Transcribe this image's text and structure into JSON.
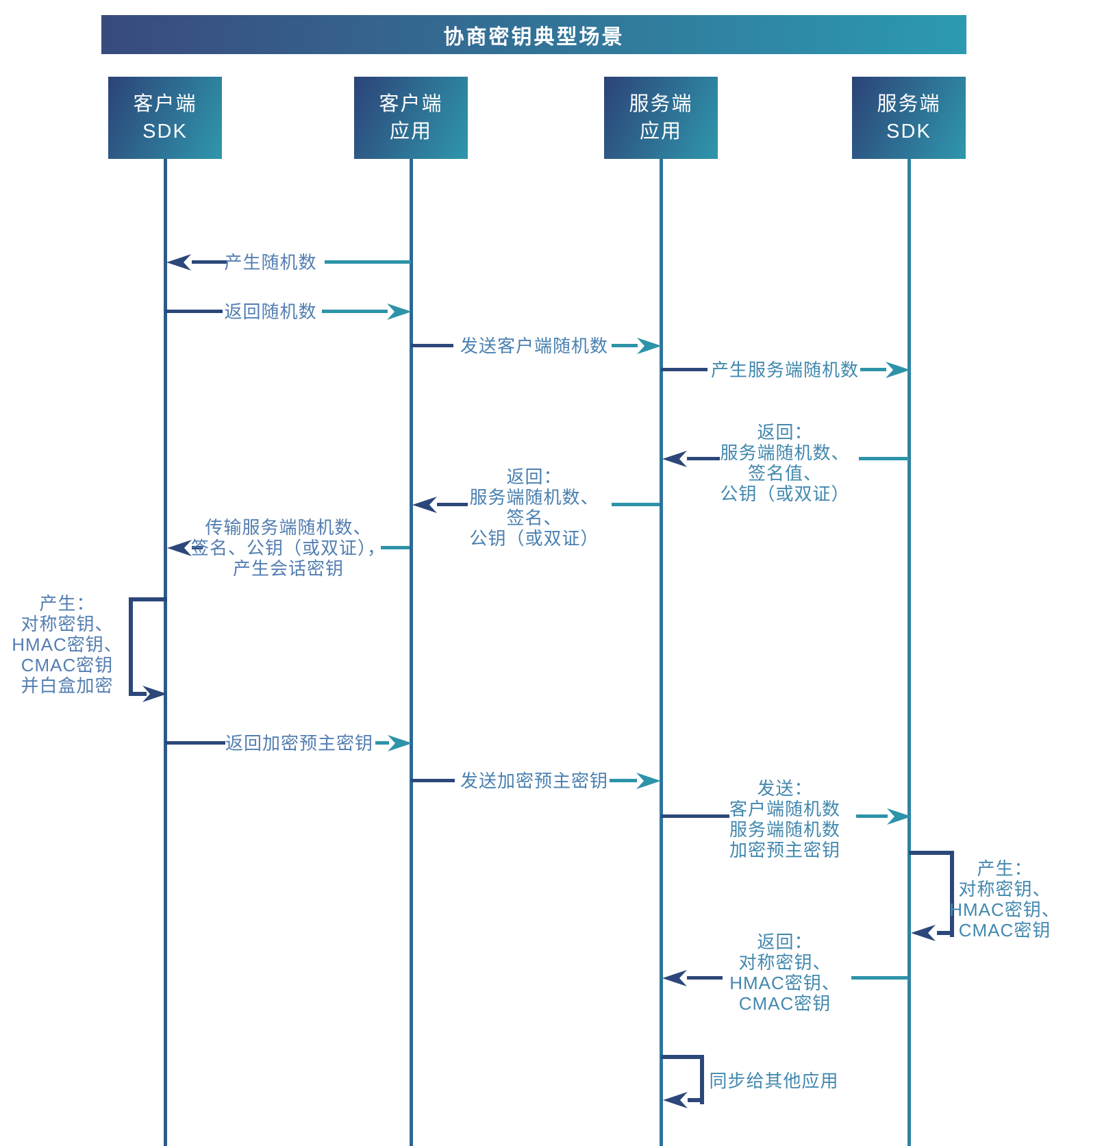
{
  "title": "协商密钥典型场景",
  "actors": [
    {
      "id": "client-sdk",
      "lines": [
        "客户端",
        "SDK"
      ]
    },
    {
      "id": "client-app",
      "lines": [
        "客户端",
        "应用"
      ]
    },
    {
      "id": "server-app",
      "lines": [
        "服务端",
        "应用"
      ]
    },
    {
      "id": "server-sdk",
      "lines": [
        "服务端",
        "SDK"
      ]
    }
  ],
  "messages": [
    {
      "id": "m1",
      "from": "client-app",
      "to": "client-sdk",
      "direction": "left",
      "lines": [
        "产生随机数"
      ]
    },
    {
      "id": "m2",
      "from": "client-sdk",
      "to": "client-app",
      "direction": "right",
      "lines": [
        "返回随机数"
      ]
    },
    {
      "id": "m3",
      "from": "client-app",
      "to": "server-app",
      "direction": "right",
      "lines": [
        "发送客户端随机数"
      ]
    },
    {
      "id": "m4",
      "from": "server-app",
      "to": "server-sdk",
      "direction": "right",
      "lines": [
        "产生服务端随机数"
      ]
    },
    {
      "id": "m5",
      "from": "server-sdk",
      "to": "server-app",
      "direction": "left",
      "lines": [
        "返回：",
        "服务端随机数、",
        "签名值、",
        "公钥（或双证）"
      ]
    },
    {
      "id": "m6",
      "from": "server-app",
      "to": "client-app",
      "direction": "left",
      "lines": [
        "返回：",
        "服务端随机数、",
        "签名、",
        "公钥（或双证）"
      ]
    },
    {
      "id": "m7",
      "from": "client-app",
      "to": "client-sdk",
      "direction": "left",
      "lines": [
        "传输服务端随机数、",
        "签名、公钥（或双证），",
        "产生会话密钥"
      ]
    },
    {
      "id": "m8",
      "from": "client-sdk",
      "to": "client-sdk",
      "direction": "self-left",
      "lines": [
        "产生：",
        "对称密钥、",
        "HMAC密钥、",
        "CMAC密钥",
        "并白盒加密"
      ]
    },
    {
      "id": "m9",
      "from": "client-sdk",
      "to": "client-app",
      "direction": "right",
      "lines": [
        "返回加密预主密钥"
      ]
    },
    {
      "id": "m10",
      "from": "client-app",
      "to": "server-app",
      "direction": "right",
      "lines": [
        "发送加密预主密钥"
      ]
    },
    {
      "id": "m11",
      "from": "server-app",
      "to": "server-sdk",
      "direction": "right",
      "lines": [
        "发送：",
        "客户端随机数",
        "服务端随机数",
        "加密预主密钥"
      ]
    },
    {
      "id": "m12",
      "from": "server-sdk",
      "to": "server-sdk",
      "direction": "self-right",
      "lines": [
        "产生：",
        "对称密钥、",
        "HMAC密钥、",
        "CMAC密钥"
      ]
    },
    {
      "id": "m13",
      "from": "server-sdk",
      "to": "server-app",
      "direction": "left",
      "lines": [
        "返回：",
        "对称密钥、",
        "HMAC密钥、",
        "CMAC密钥"
      ]
    },
    {
      "id": "m14",
      "from": "server-app",
      "to": "server-app",
      "direction": "self-right",
      "lines": [
        "同步给其他应用"
      ]
    }
  ],
  "colors": {
    "header_gradient_start": "#394a7d",
    "header_gradient_end": "#2c9ab1",
    "arrow_navy": "#2c4779",
    "arrow_teal": "#2d93a9",
    "label_blue": "#537eb1",
    "label_teal": "#4288ae",
    "lifeline_blue": "#2d6795"
  }
}
